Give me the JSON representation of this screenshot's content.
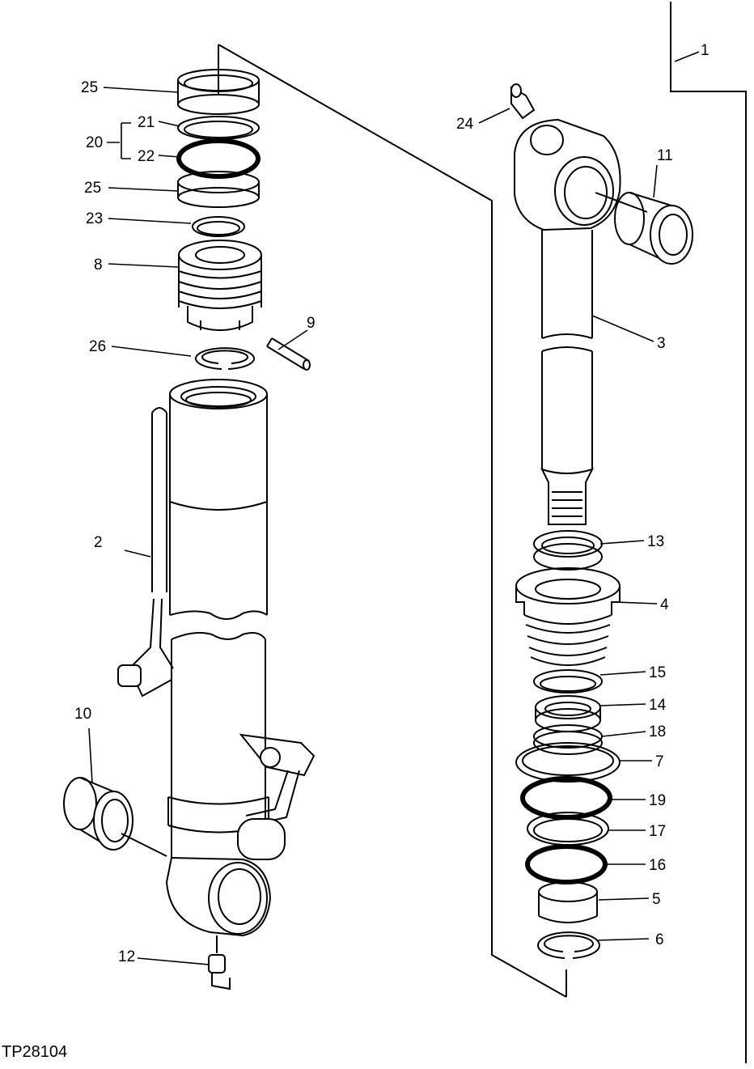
{
  "figure_code": "TP28104",
  "callouts": {
    "c1": "1",
    "c2": "2",
    "c3": "3",
    "c4": "4",
    "c5": "5",
    "c6": "6",
    "c7": "7",
    "c8": "8",
    "c9": "9",
    "c10": "10",
    "c11": "11",
    "c12": "12",
    "c13": "13",
    "c14": "14",
    "c15": "15",
    "c16": "16",
    "c17": "17",
    "c18": "18",
    "c19": "19",
    "c20": "20",
    "c21": "21",
    "c22": "22",
    "c23": "23",
    "c24": "24",
    "c25a": "25",
    "c25b": "25",
    "c26": "26"
  }
}
